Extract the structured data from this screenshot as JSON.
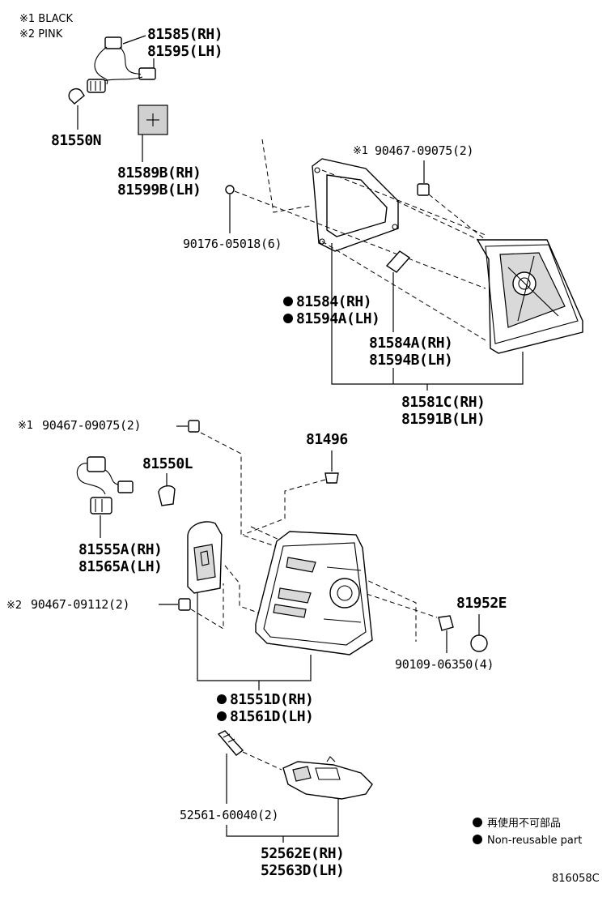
{
  "notes": {
    "note1": "※1 BLACK",
    "note2": "※2 PINK"
  },
  "labels": {
    "socket_upper_rh": "81585(RH)",
    "socket_upper_lh": "81595(LH)",
    "bulb_upper": "81550N",
    "pad_rh": "81589B(RH)",
    "pad_lh": "81599B(LH)",
    "nut_upper_note": "※1",
    "nut_upper": "90467-09075(2)",
    "screw_upper": "90176-05018(6)",
    "gasket_rh": "81584(RH)",
    "gasket_lh": "81594A(LH)",
    "gasket2_rh": "81584A(RH)",
    "gasket2_lh": "81594B(LH)",
    "upper_lamp_rh": "81581C(RH)",
    "upper_lamp_lh": "81591B(LH)",
    "clip_lower_note": "※1",
    "clip_lower": "90467-09075(2)",
    "grommet": "81496",
    "bulb_lower": "81550L",
    "socket_lower_rh": "81555A(RH)",
    "socket_lower_lh": "81565A(LH)",
    "clip_pink_note": "※2",
    "clip_pink": "90467-09112(2)",
    "cap": "81952E",
    "screw_lower": "90109-06350(4)",
    "lower_lamp_rh": "81551D(RH)",
    "lower_lamp_lh": "81561D(LH)",
    "bolt": "52561-60040(2)",
    "bracket_rh": "52562E(RH)",
    "bracket_lh": "52563D(LH)"
  },
  "legend": {
    "item1": "再使用不可部品",
    "item2": "Non-reusable part"
  },
  "diagram_code": "816058C"
}
